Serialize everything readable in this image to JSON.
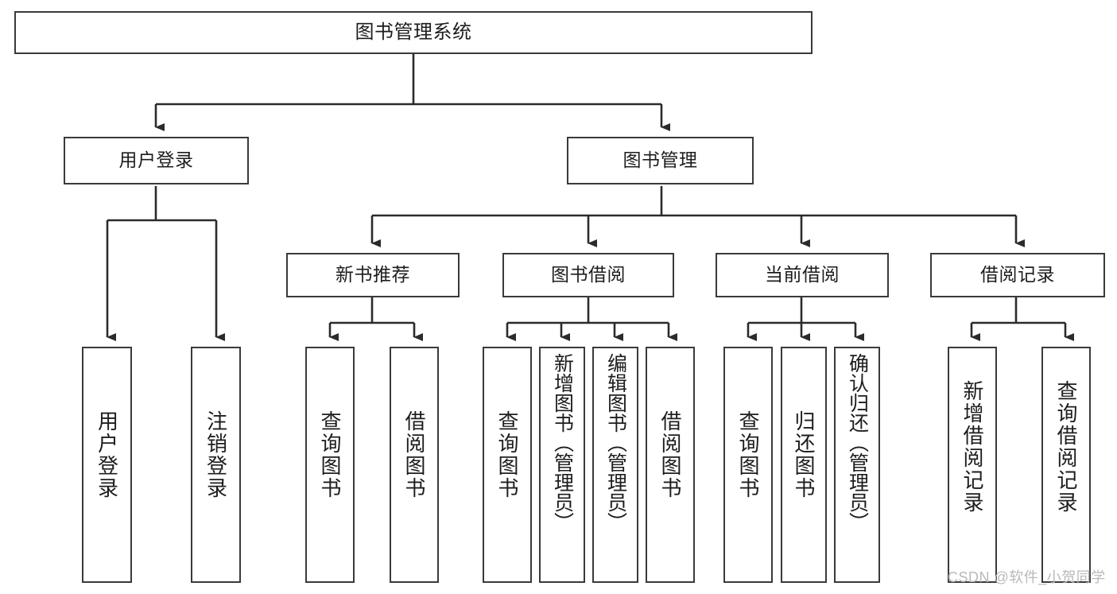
{
  "diagram": {
    "type": "hierarchy-tree",
    "title": "图书管理系统",
    "watermark": "CSDN @软件_小贺同学",
    "colors": {
      "border": "#3a3a3a",
      "background": "#ffffff",
      "text": "#1d1d1d",
      "wire": "#2b2b2b",
      "watermark": "#b9b9b9"
    },
    "nodes": {
      "root": {
        "label": "图书管理系统"
      },
      "level1": [
        {
          "label": "用户登录"
        },
        {
          "label": "图书管理"
        }
      ],
      "level2": [
        {
          "label": "新书推荐"
        },
        {
          "label": "图书借阅"
        },
        {
          "label": "当前借阅"
        },
        {
          "label": "借阅记录"
        }
      ],
      "leaves": {
        "user_login": [
          {
            "label": "用户登录"
          },
          {
            "label": "注销登录"
          }
        ],
        "new_book_recommend": [
          {
            "label": "查询图书"
          },
          {
            "label": "借阅图书"
          }
        ],
        "book_borrow": [
          {
            "label": "查询图书"
          },
          {
            "label": "新增图书（管理员）"
          },
          {
            "label": "编辑图书（管理员）"
          },
          {
            "label": "借阅图书"
          }
        ],
        "current_borrow": [
          {
            "label": "查询图书"
          },
          {
            "label": "归还图书"
          },
          {
            "label": "确认归还（管理员）"
          }
        ],
        "borrow_record": [
          {
            "label": "新增借阅记录"
          },
          {
            "label": "查询借阅记录"
          }
        ]
      }
    }
  }
}
